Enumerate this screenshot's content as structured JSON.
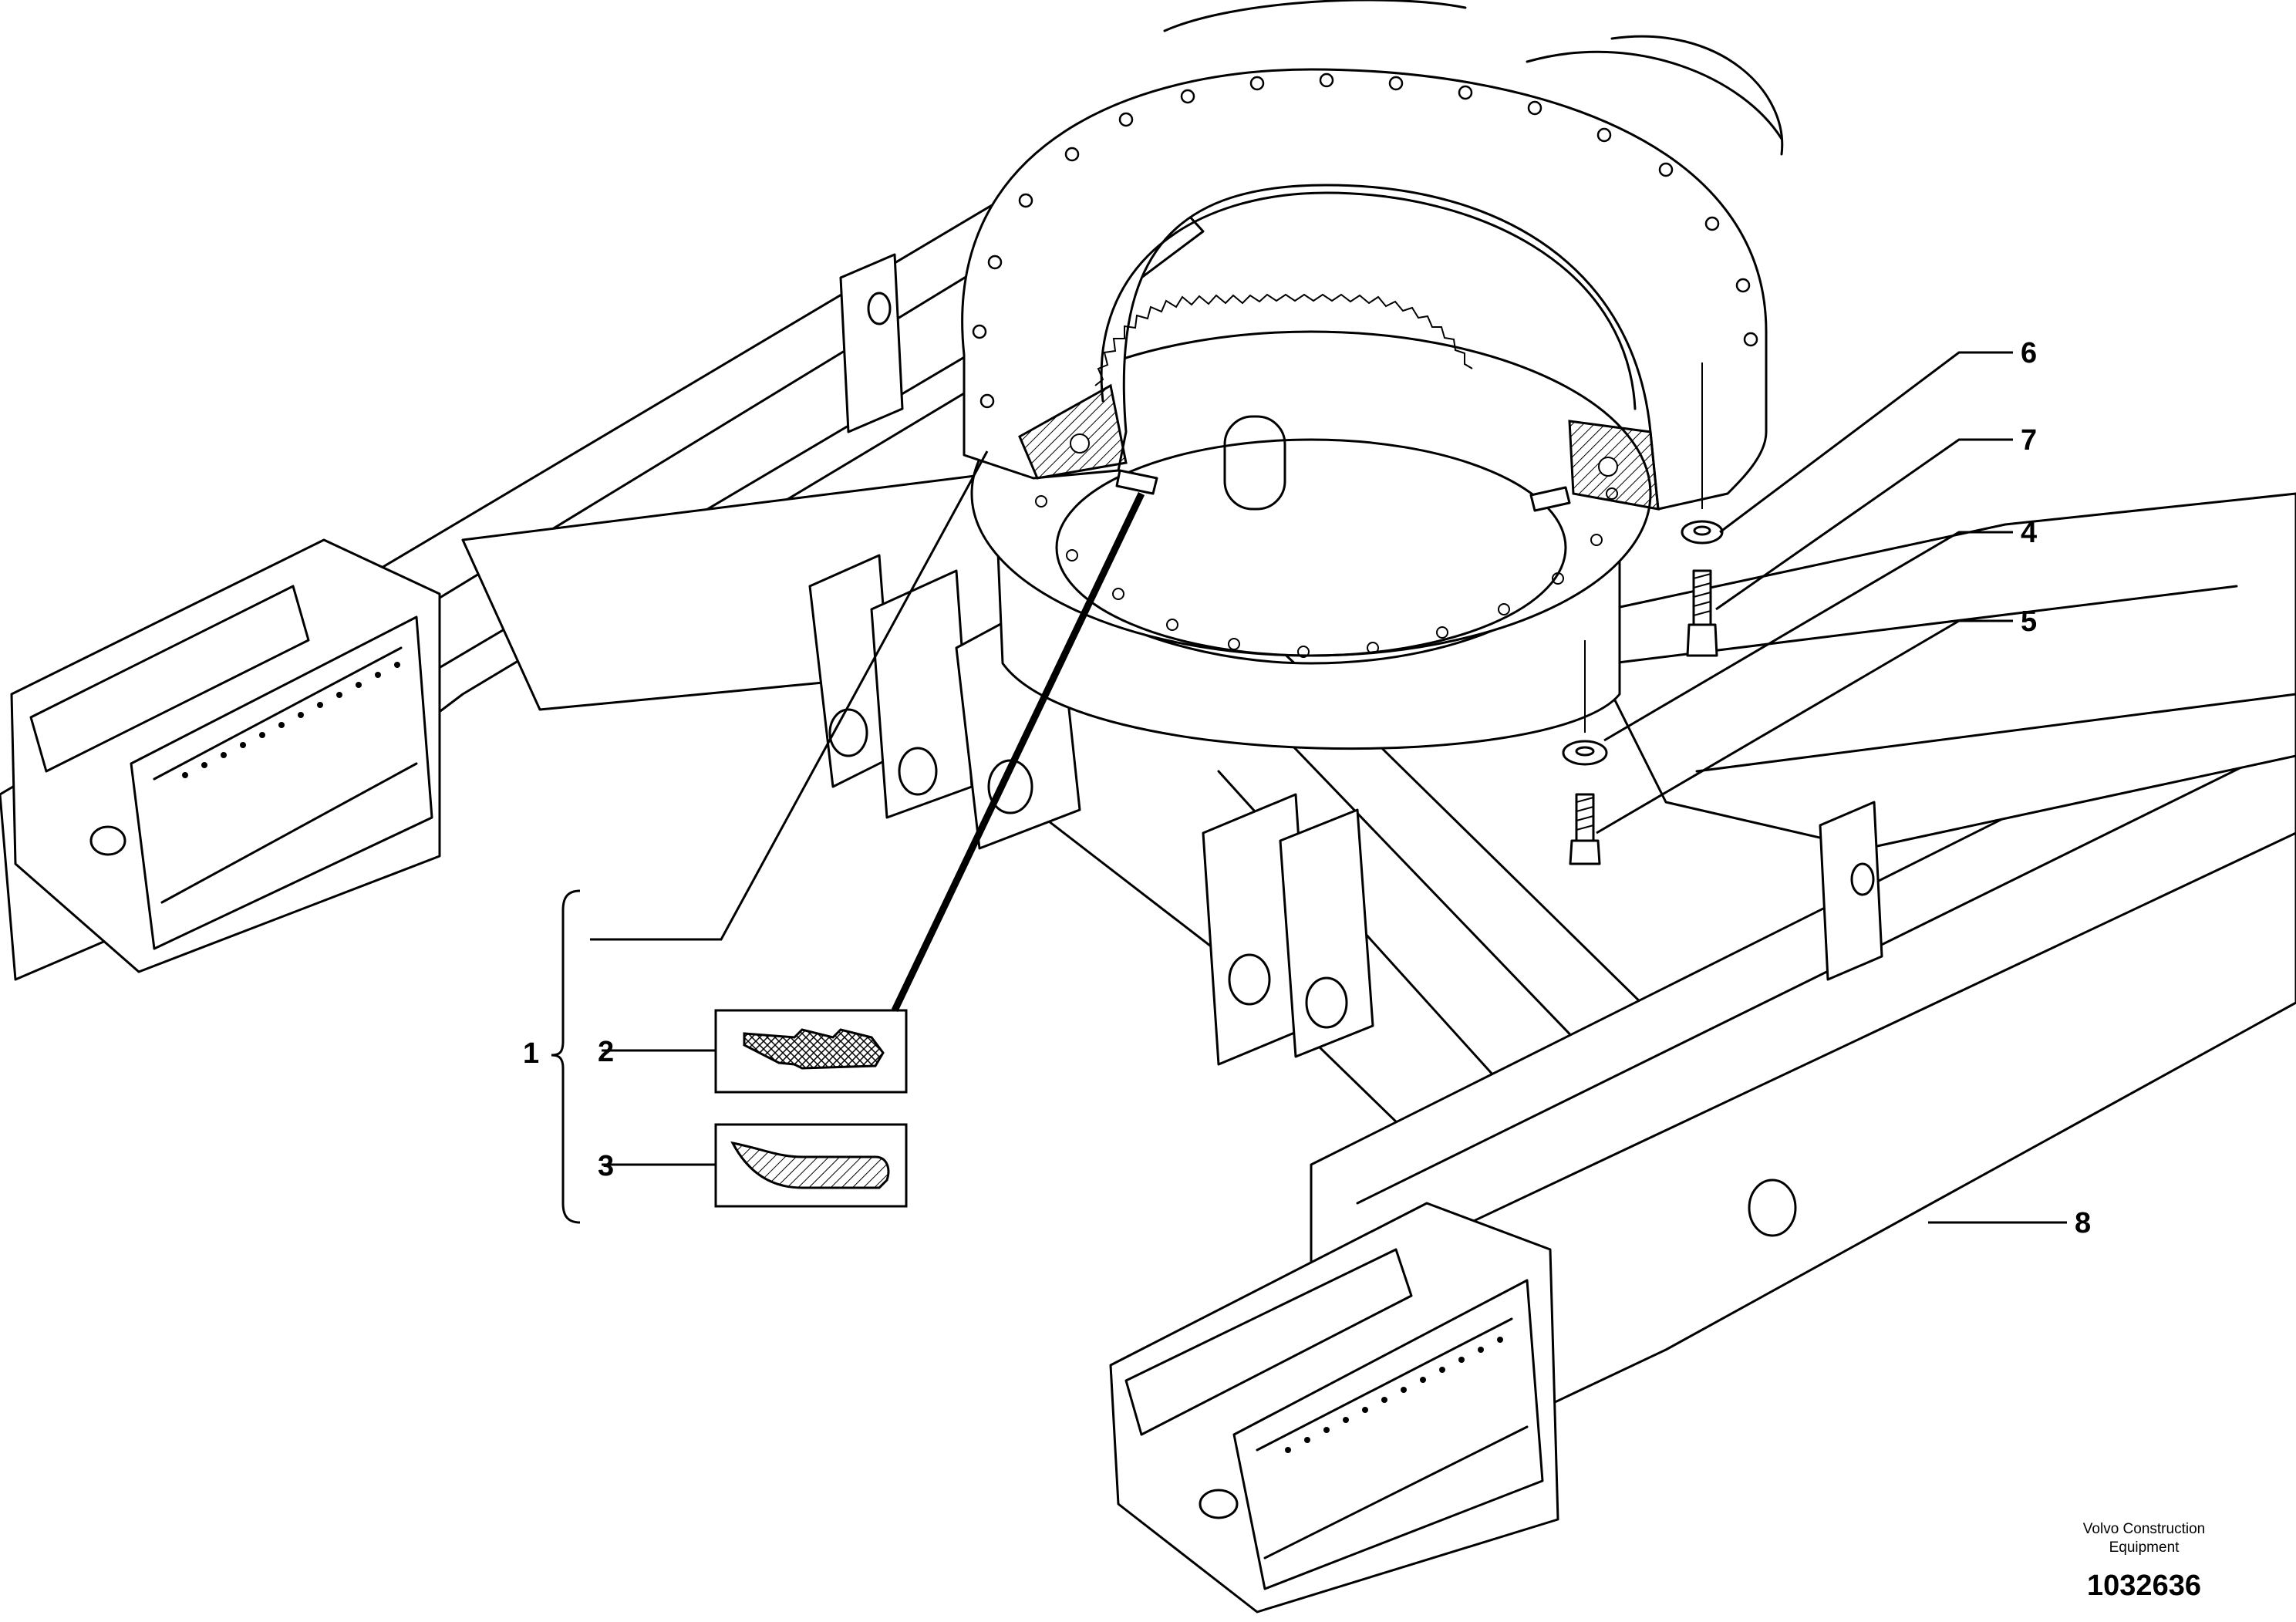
{
  "callouts": [
    {
      "id": "1",
      "text": "1"
    },
    {
      "id": "2",
      "text": "2"
    },
    {
      "id": "3",
      "text": "3"
    },
    {
      "id": "4",
      "text": "4"
    },
    {
      "id": "5",
      "text": "5"
    },
    {
      "id": "6",
      "text": "6"
    },
    {
      "id": "7",
      "text": "7"
    },
    {
      "id": "8",
      "text": "8"
    }
  ],
  "footer": {
    "credit_line1": "Volvo Construction",
    "credit_line2": "Equipment",
    "drawing_number": "1032636"
  }
}
